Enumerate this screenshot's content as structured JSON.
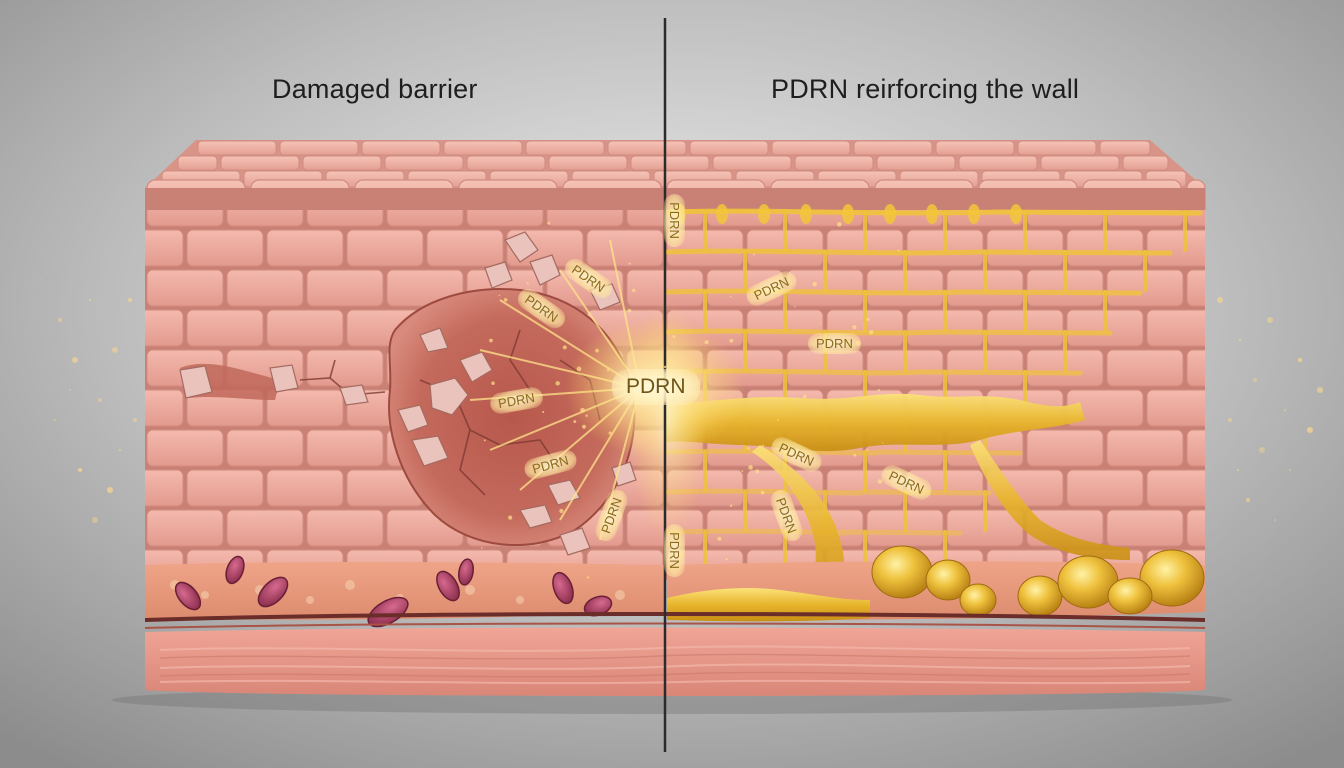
{
  "captions": {
    "left": "Damaged barrier",
    "right": "PDRN reirforcing the wall"
  },
  "labels": {
    "main": "PDRN",
    "small_1": "PDRN",
    "small_2": "PDRN",
    "small_3": "PDRN",
    "small_4": "PDRN",
    "small_5": "PDRN",
    "small_6": "PDRN",
    "small_7": "PDRN",
    "small_8": "PDRN",
    "small_9": "PDRN",
    "small_10": "PDRN"
  },
  "colors": {
    "background": "#9b9b9b",
    "brick": "#ecaaa0",
    "mortar": "#c97f75",
    "gold": "#f2c53a",
    "tissue": "#e99b8d"
  }
}
